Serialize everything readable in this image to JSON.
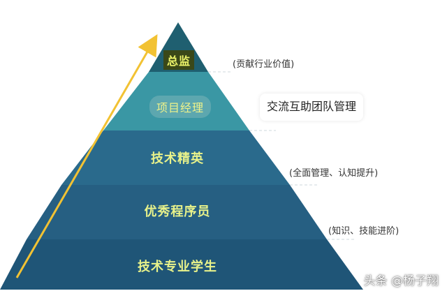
{
  "pyramid": {
    "tiers": [
      {
        "label": "总监",
        "color": "#1f5f70"
      },
      {
        "label": "项目经理",
        "color": "#3a97a4"
      },
      {
        "label": "技术精英",
        "color": "#2a6a8c"
      },
      {
        "label": "优秀程序员",
        "color": "#265f82"
      },
      {
        "label": "技术专业学生",
        "color": "#1f5577"
      }
    ],
    "arrow_color": "#f2c233"
  },
  "annotations": {
    "director": "(贡献行业价值)",
    "elite": "(全面管理、认知提升)",
    "programmer": "(知识、技能进阶)"
  },
  "callout": {
    "pm": "交流互助团队管理"
  },
  "watermark": "头条 @杨子翔"
}
